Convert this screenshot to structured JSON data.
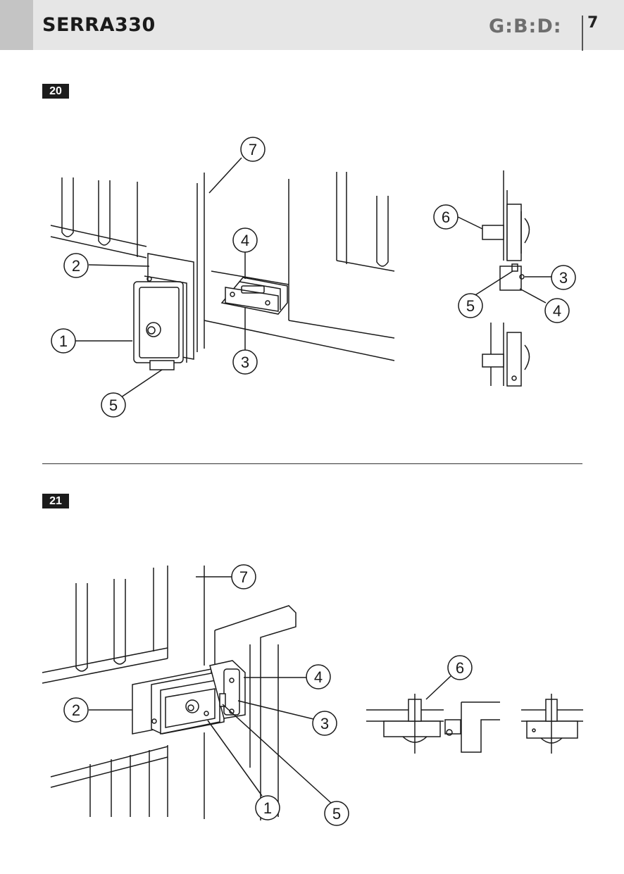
{
  "header": {
    "title": "SERRA330",
    "logo": "G:B:D:",
    "page_number": "7"
  },
  "figures": [
    {
      "label": "20",
      "callouts": [
        "7",
        "4",
        "2",
        "1",
        "3",
        "5",
        "6",
        "3",
        "5",
        "4"
      ]
    },
    {
      "label": "21",
      "callouts": [
        "7",
        "4",
        "2",
        "3",
        "1",
        "5",
        "6"
      ]
    }
  ]
}
